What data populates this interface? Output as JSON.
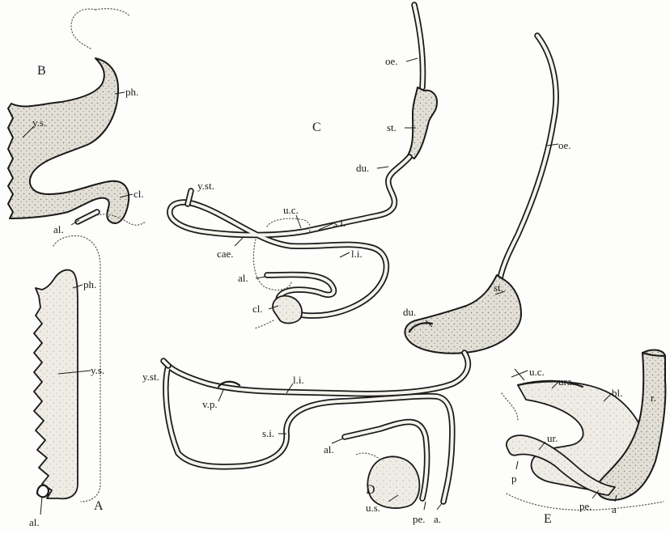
{
  "figures": {
    "A": {
      "letter": "A",
      "labels": {
        "ph": "ph.",
        "ys": "y.s.",
        "al": "al."
      }
    },
    "B": {
      "letter": "B",
      "labels": {
        "ph": "ph.",
        "ys": "y.s.",
        "cl": "cl.",
        "al": "al."
      }
    },
    "C": {
      "letter": "C",
      "labels": {
        "oe": "oe.",
        "st": "st.",
        "du": "du.",
        "yst": "y.st.",
        "uc": "u.c.",
        "si": "s.i.",
        "cae": "cae.",
        "li": "l.i.",
        "al": "al.",
        "cl": "cl."
      }
    },
    "D": {
      "letter": "D",
      "labels": {
        "oe": "oe.",
        "st": "st.",
        "du": "du.",
        "yst": "y.st.",
        "vp": "v.p.",
        "li": "l.i.",
        "si": "s.i.",
        "al": "al.",
        "us": "u.s.",
        "pe": "pe.",
        "a": "a."
      }
    },
    "E": {
      "letter": "E",
      "labels": {
        "uc": "u.c.",
        "ura": "ura.",
        "bl": "bl.",
        "r": "r.",
        "ur": "ur.",
        "p": "p",
        "pe": "pe.",
        "a": "a"
      }
    }
  }
}
